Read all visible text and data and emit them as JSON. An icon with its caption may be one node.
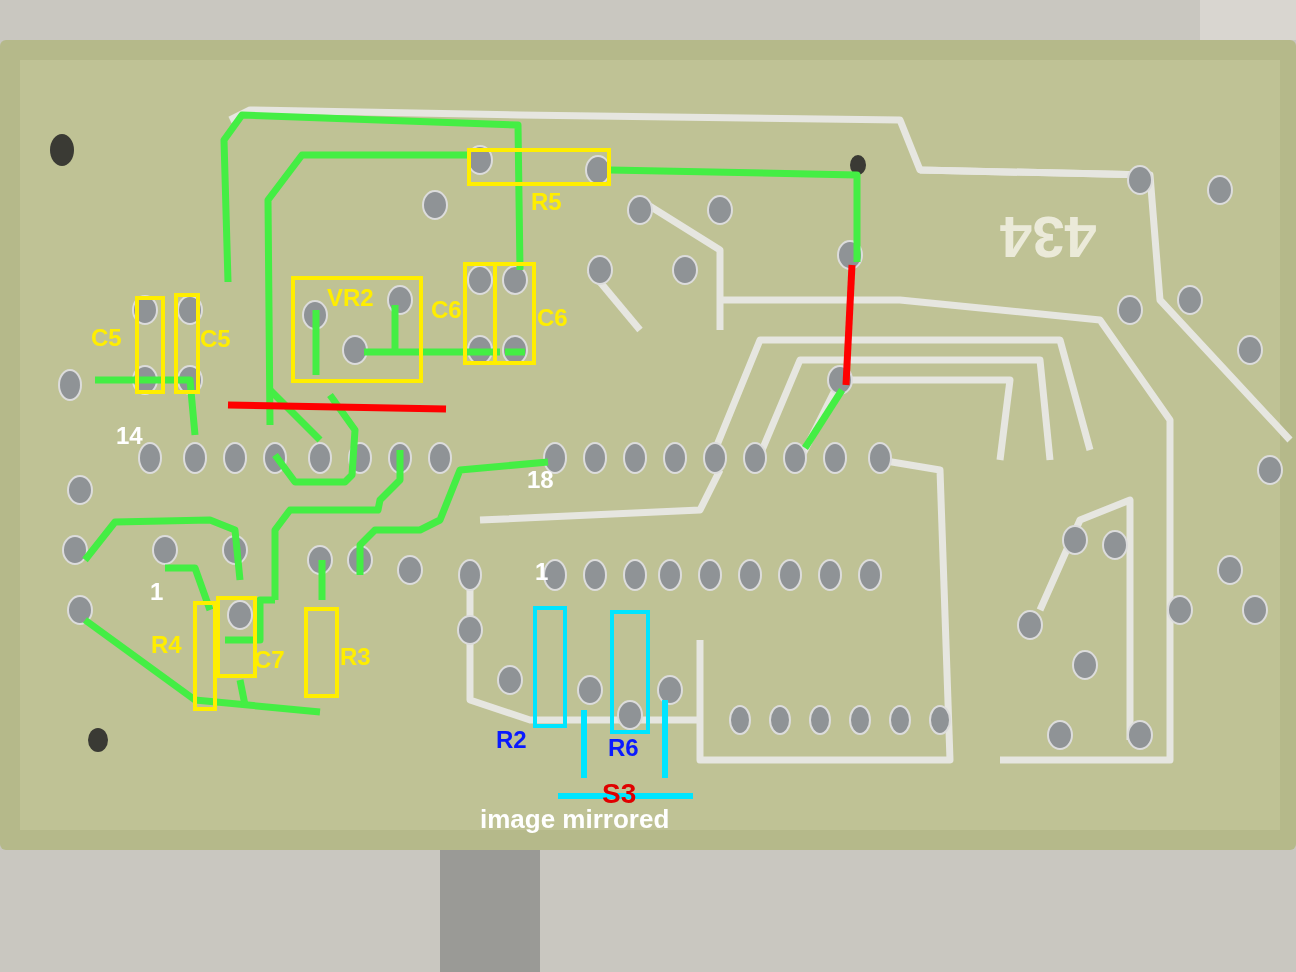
{
  "diagram": {
    "nodes": [
      {
        "text": [
          "C5"
        ]
      },
      {
        "text": [
          "C5"
        ]
      },
      {
        "text": [
          "VR2"
        ]
      },
      {
        "text": [
          "C6"
        ]
      },
      {
        "text": [
          "C6"
        ]
      },
      {
        "text": [
          "R5"
        ]
      },
      {
        "text": [
          "R4"
        ]
      },
      {
        "text": [
          "C7"
        ]
      },
      {
        "text": [
          "R3"
        ]
      },
      {
        "text": [
          "R2"
        ]
      },
      {
        "text": [
          "R6"
        ]
      }
    ],
    "labels": [
      "434",
      "14",
      "18",
      "1",
      "1",
      "S3",
      "image mirrored"
    ]
  }
}
